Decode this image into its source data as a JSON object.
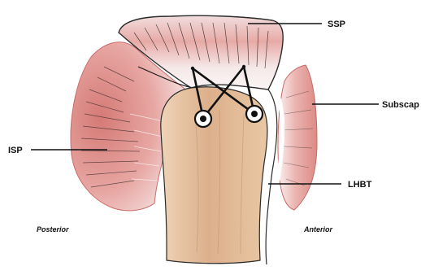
{
  "figure": {
    "colors": {
      "muscle": "#d9837f",
      "muscle_light": "#e8aaa6",
      "tendon": "#f6ecec",
      "bone": "#dcb08b",
      "bone_light": "#efd3b6",
      "ink": "#1a1a1a"
    },
    "labels": {
      "ssp": "SSP",
      "subscap": "Subscap",
      "isp": "ISP",
      "lhbt": "LHBT",
      "posterior": "Posterior",
      "anterior": "Anterior"
    },
    "anchors": [
      "suture-anchor-left",
      "suture-anchor-right"
    ]
  }
}
